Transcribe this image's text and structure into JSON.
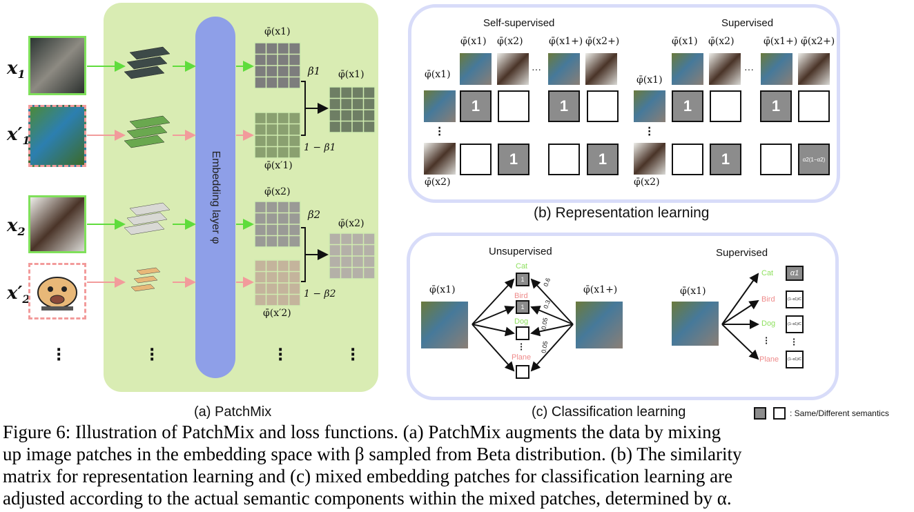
{
  "panel_a": {
    "row_labels": [
      "x1",
      "x'1",
      "x2",
      "x'2"
    ],
    "embedding_label": "Embedding layer φ",
    "phi_labels": [
      "φ̄(x1)",
      "φ̄(x′1)",
      "φ̄(x2)",
      "φ̄(x′2)"
    ],
    "mix_labels": [
      "φ̄(x1)",
      "φ̄(x2)"
    ],
    "betas": [
      "β1",
      "1 − β1",
      "β2",
      "1 − β2"
    ],
    "caption": "(a) PatchMix"
  },
  "panel_b": {
    "headers": [
      "Self-supervised",
      "Supervised"
    ],
    "col_labels": [
      "φ̄(x1)",
      "φ̄(x2)",
      "φ̄(x1+)",
      "φ̄(x2+)"
    ],
    "row_labels": [
      "φ̄(x1)",
      "φ̄(x2)"
    ],
    "one": "1",
    "special_cell": "α2(1−α2)",
    "caption": "(b) Representation learning"
  },
  "panel_c": {
    "unsup_title": "Unsupervised",
    "sup_title": "Supervised",
    "left_label": "φ̄(x1)",
    "right_label": "φ̄(x1+)",
    "classes": [
      "Cat",
      "Bird",
      "Dog",
      "Plane"
    ],
    "class_colors": {
      "Cat": "#8ee05e",
      "Bird": "#ee8a8a",
      "Dog": "#8ee05e",
      "Plane": "#ee8a8a"
    },
    "unsup_cells": [
      "1",
      "1",
      "",
      ""
    ],
    "edge_weights": [
      "0.6",
      "0.3",
      "0.05",
      "0.05"
    ],
    "sup_label": "φ̄(x1)",
    "sup_cells": [
      "α1",
      "(1−α1)/C",
      "(1−α1)/C",
      "(1−α1)/C"
    ],
    "caption": "(c) Classification learning"
  },
  "legend": {
    "text": ": Same/Different semantics"
  },
  "figure_caption": [
    "Figure 6: Illustration of PatchMix and loss functions. (a) PatchMix augments the data by mixing",
    "up image patches in the embedding space with β sampled from Beta distribution. (b) The similarity",
    "matrix for representation learning and (c) mixed embedding patches for classification learning are",
    "adjusted according to the actual semantic components within the mixed patches, determined by α."
  ],
  "colors": {
    "green_panel": "#d9ecb3",
    "embed_bar": "#8e9fe8",
    "green_arrow": "#5fdc3c",
    "pink_arrow": "#f29b9b",
    "rl_border": "#d8dcf9"
  }
}
